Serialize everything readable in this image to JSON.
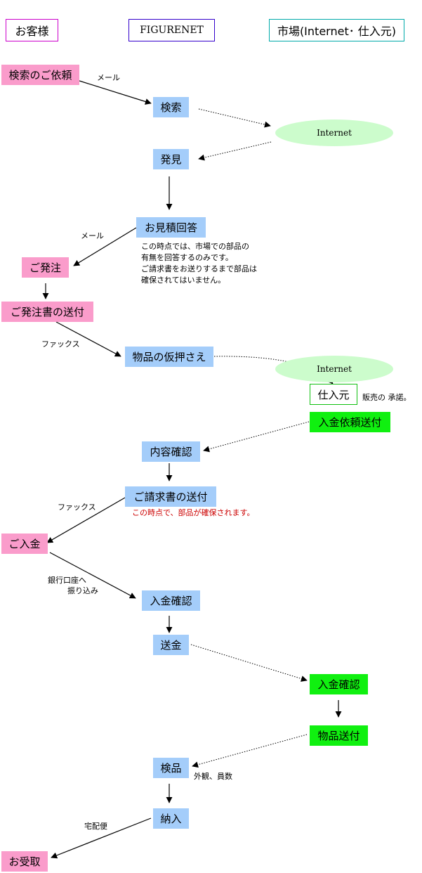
{
  "headers": {
    "customer": "お客様",
    "figurenet": "FIGURENET",
    "market": "市場(Internet･ 仕入元)"
  },
  "nodes": {
    "search_request": "検索のご依頼",
    "search": "検索",
    "internet1": "Internet",
    "found": "発見",
    "estimate": "お見積回答",
    "order": "ご発注",
    "order_doc": "ご発注書の送付",
    "reserve": "物品の仮押さえ",
    "internet2": "Internet",
    "supplier": "仕入元",
    "payment_request": "入金依頼送付",
    "content_check": "内容確認",
    "invoice": "ご請求書の送付",
    "customer_payment": "ご入金",
    "payment_check": "入金確認",
    "remit": "送金",
    "supplier_payment_check": "入金確認",
    "goods_ship": "物品送付",
    "inspection": "検品",
    "delivery": "納入",
    "receipt": "お受取"
  },
  "labels": {
    "mail1": "メール",
    "mail2": "メール",
    "fax1": "ファックス",
    "fax2": "ファックス",
    "bank_line1": "銀行口座へ",
    "bank_line2": "振り込み",
    "courier": "宅配便",
    "sales_approval": "販売の 承諾。",
    "inspection_note": "外観、員数"
  },
  "notes": {
    "estimate_note": [
      "この時点では、市場での部品の",
      "有無を回答するのみです。",
      "ご請求書をお送りするまで部品は",
      "確保されてはいません。"
    ],
    "invoice_note": "この時点で、部品が確保されます。"
  },
  "colors": {
    "customer": "#fa9ccb",
    "figurenet": "#a4cdfa",
    "market": "#10f010",
    "internet": "#ccfccc",
    "header_customer_border": "#cc00cc",
    "header_figurenet_border": "#3300cc",
    "header_market_border": "#00aaaa",
    "warning_text": "#cc0000"
  }
}
